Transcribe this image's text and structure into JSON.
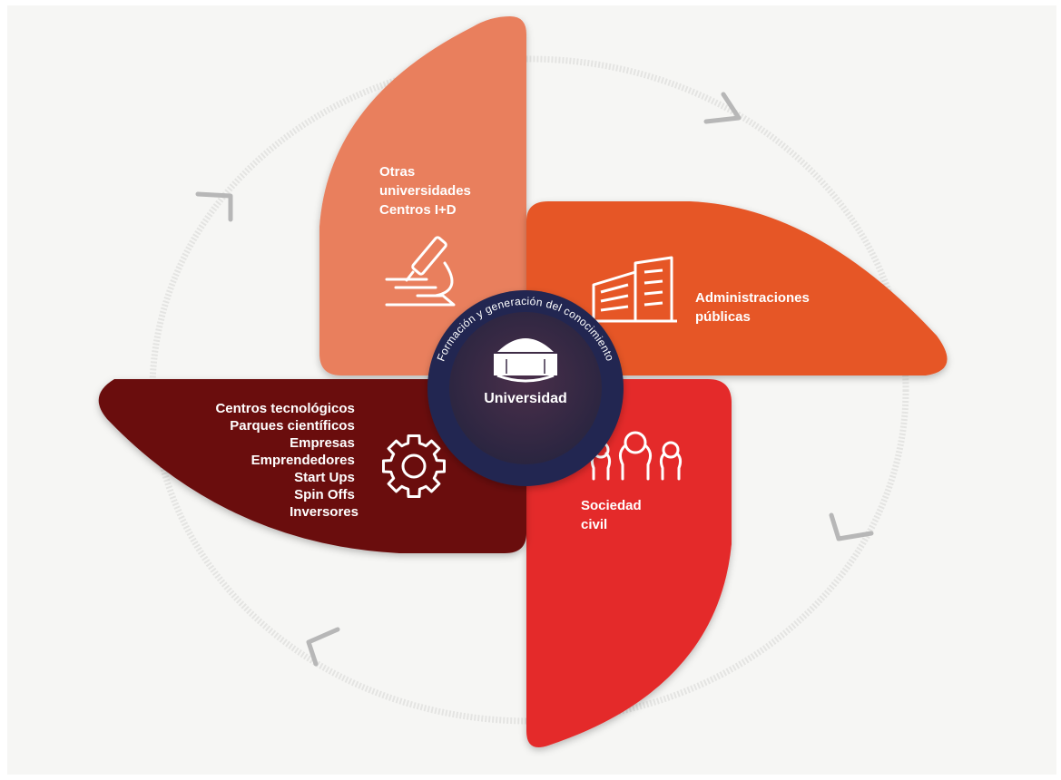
{
  "colors": {
    "background": "#f6f6f4",
    "ring": "#e4e4e2",
    "chevron": "#b7b7b7",
    "petal_top": "#e97f5d",
    "petal_right": "#e65627",
    "petal_bottom": "#e42a29",
    "petal_left": "#6a0c0f",
    "hub_outer": "#222651",
    "hub_inner": "#3a2a47"
  },
  "hub": {
    "arc_text": "Formación y generación del conocimiento",
    "label": "Universidad",
    "icon": "dome-building-icon"
  },
  "petals": {
    "top": {
      "lines": [
        "Otras",
        "universidades",
        "Centros I+D"
      ],
      "icon": "microscope-icon"
    },
    "right": {
      "lines": [
        "Administraciones",
        "públicas"
      ],
      "icon": "office-building-icon"
    },
    "bottom": {
      "lines": [
        "Sociedad",
        "civil"
      ],
      "icon": "people-group-icon"
    },
    "left": {
      "lines": [
        "Centros tecnológicos",
        "Parques científicos",
        "Empresas",
        "Emprendedores",
        "Start Ups",
        "Spin Offs",
        "Inversores"
      ],
      "icon": "gear-icon"
    }
  },
  "cycle_arrows": [
    "chevron-right-icon",
    "chevron-right-icon",
    "chevron-down-icon",
    "chevron-left-icon"
  ]
}
